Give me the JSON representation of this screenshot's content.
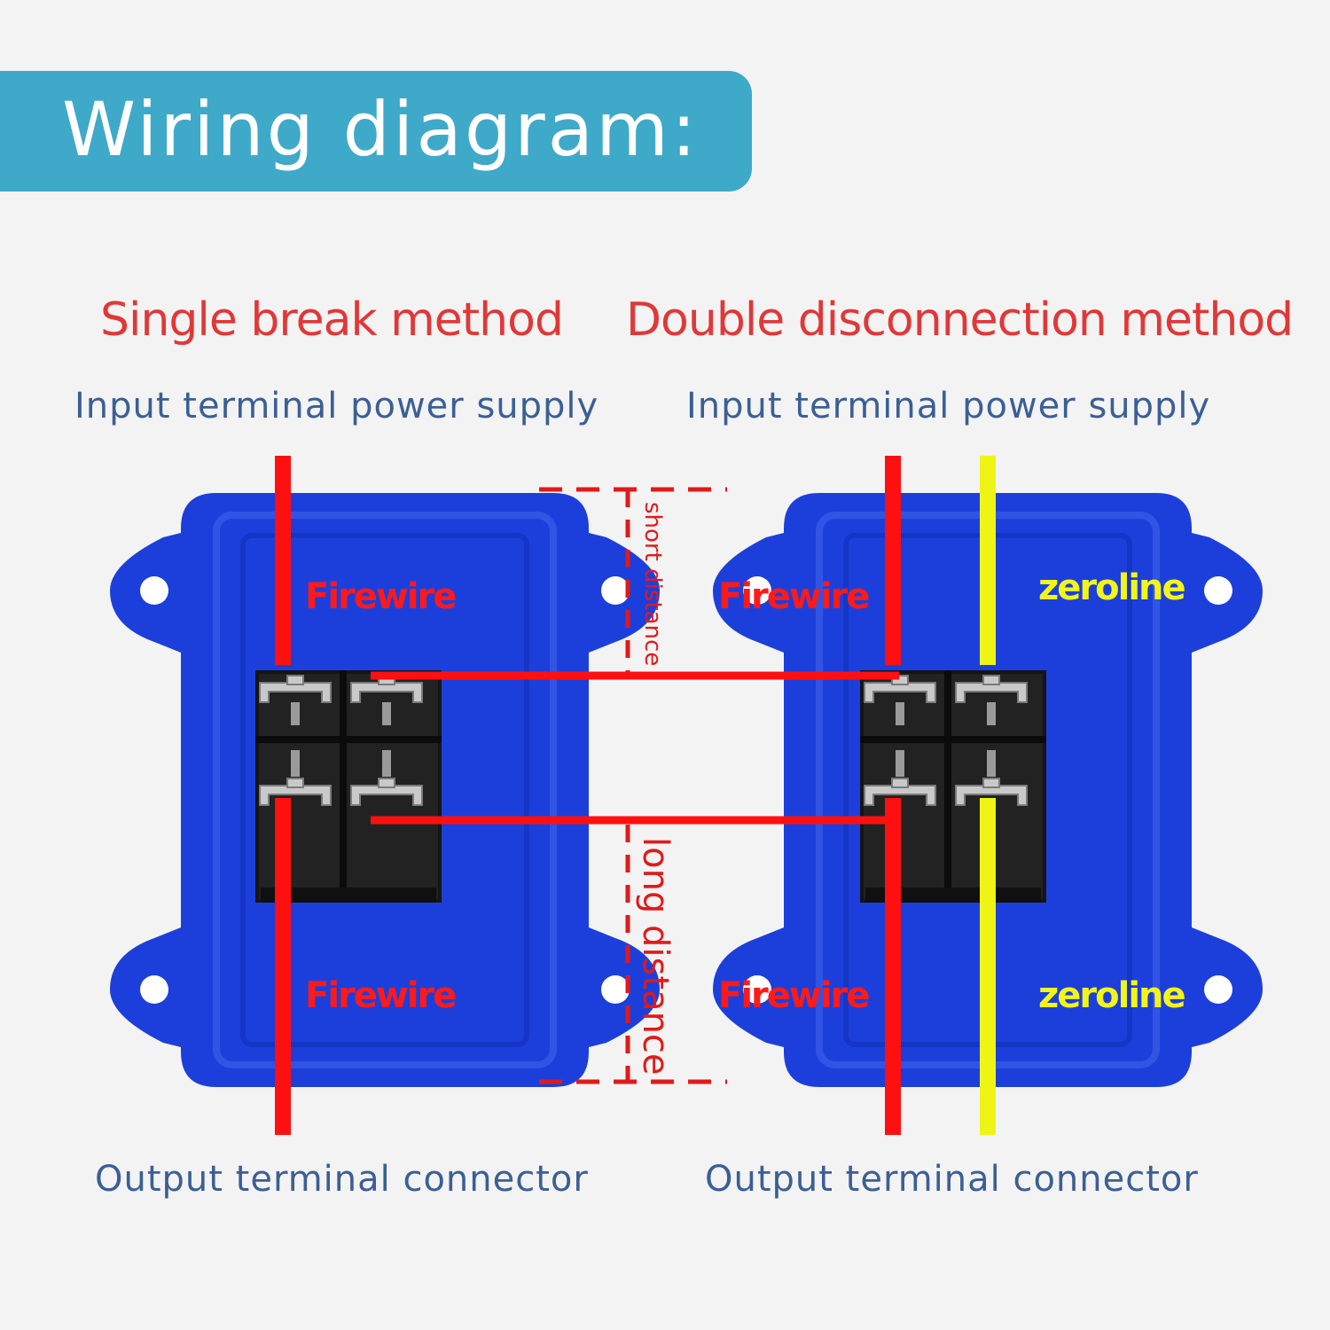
{
  "header": {
    "title": "Wiring diagram:"
  },
  "left": {
    "method": "Single break method",
    "input_label": "Input terminal power supply",
    "output_label": "Output terminal connector",
    "wire_top": "Firewire",
    "wire_bottom": "Firewire"
  },
  "right": {
    "method": "Double disconnection method",
    "input_label": "Input terminal power supply",
    "output_label": "Output terminal connector",
    "wire_top_left": "Firewire",
    "wire_bottom_left": "Firewire",
    "wire_top_right": "zeroline",
    "wire_bottom_right": "zeroline"
  },
  "distances": {
    "short": "short distance",
    "long": "long distance"
  },
  "colors": {
    "banner": "#3fa9c9",
    "plate": "#1c3fdc",
    "fire_wire": "#ff1010",
    "zero_wire": "#eef514",
    "method_text": "#e03838",
    "sub_text": "#3b5f95"
  }
}
